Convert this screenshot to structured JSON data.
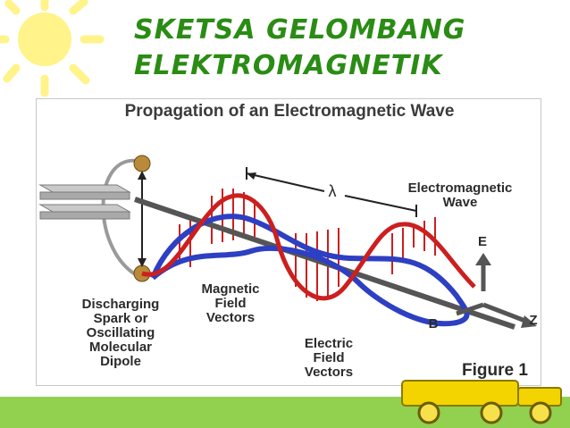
{
  "slide": {
    "title": "SKETSA GELOMBANG\nELEKTROMAGNETIK"
  },
  "diagram": {
    "title": "Propagation of an Electromagnetic Wave",
    "labels": {
      "lambda": "λ",
      "em_wave": "Electromagnetic\nWave",
      "magnetic": "Magnetic\nField\nVectors",
      "electric": "Electric\nField\nVectors",
      "dipole": "Discharging\nSpark or\nOscillating\nMolecular\nDipole",
      "axis_e": "E",
      "axis_b": "B",
      "axis_z": "Z",
      "figure": "Figure 1"
    }
  },
  "colors": {
    "title_green": "#2a8c14",
    "band_green": "#92d050",
    "sun_yellow": "#fff38a",
    "electric_red": "#cc1f1f",
    "magnetic_blue": "#2d3fc2"
  }
}
